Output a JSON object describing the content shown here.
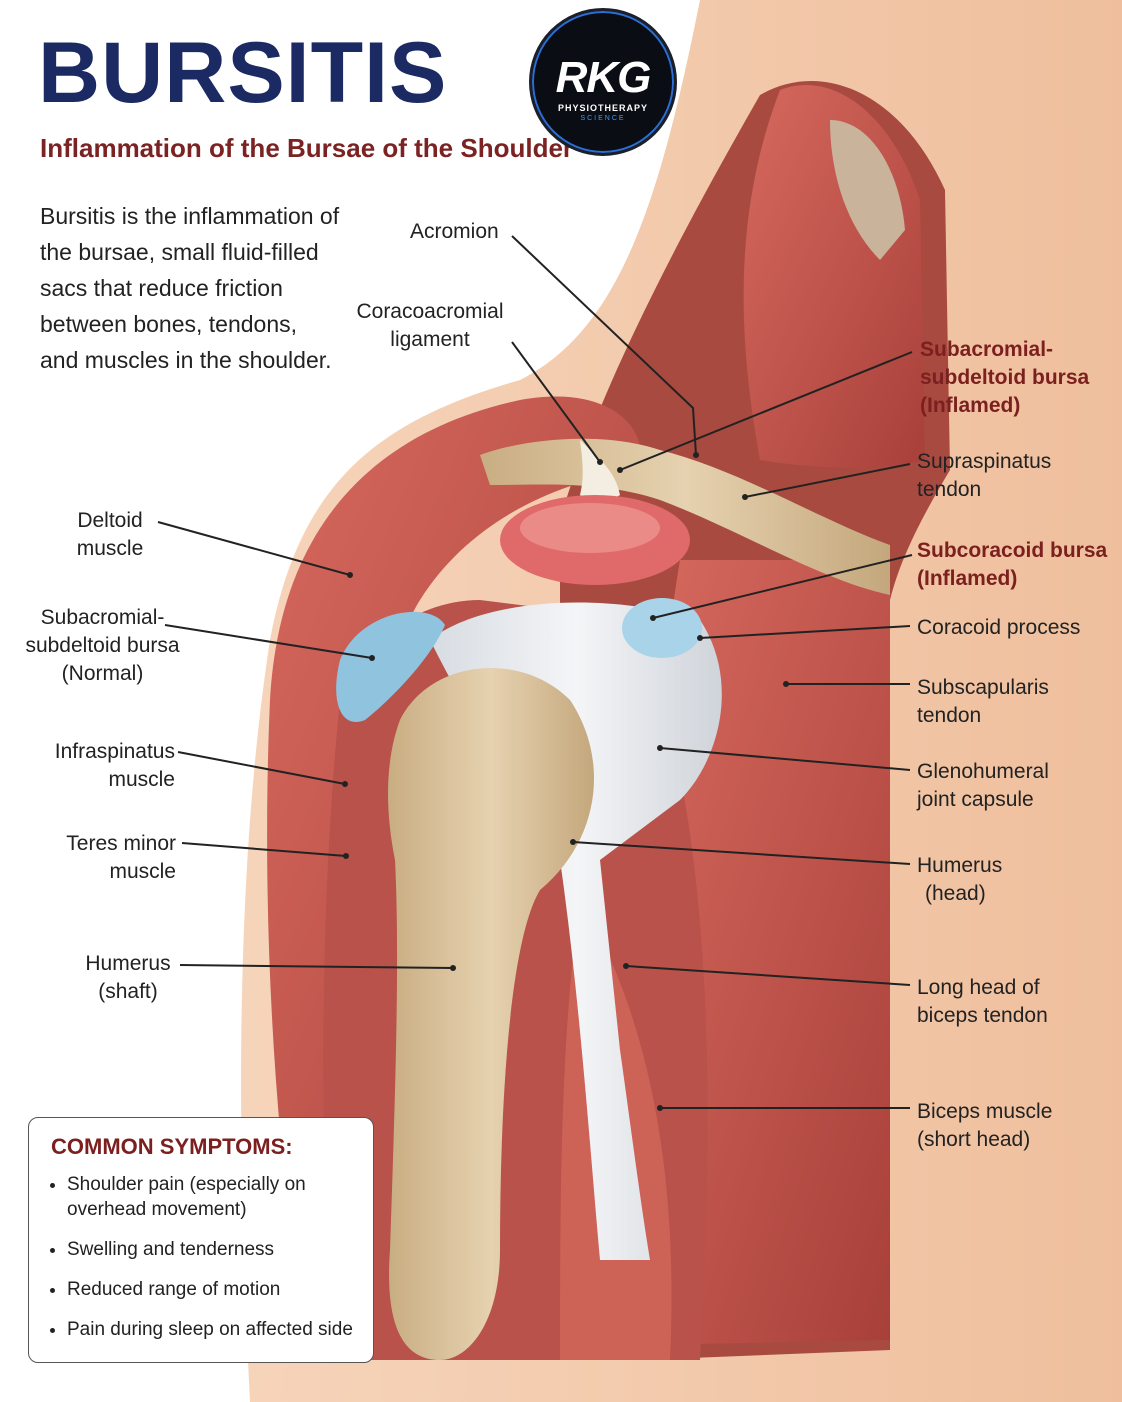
{
  "title": "BURSITIS",
  "subtitle": "Inflammation of the Bursae of the Shoulder",
  "intro": "Bursitis is the inflammation of the bursae, small fluid-filled sacs that reduce friction between bones, tendons, and muscles in the shoulder.",
  "logo": {
    "mono": "RKG",
    "line1": "PHYSIOTHERAPY",
    "line2": "SCIENCE"
  },
  "labels": {
    "acromion": "Acromion",
    "coracoacromial": [
      "Coracoacromial",
      "ligament"
    ],
    "subacromial_inflamed": [
      "Subacromial-",
      "subdeltoid bursa",
      "(Inflamed)"
    ],
    "supraspinatus": [
      "Supraspinatus",
      "tendon"
    ],
    "subcoracoid": [
      "Subcoracoid bursa",
      "(Inflamed)"
    ],
    "coracoid": "Coracoid process",
    "subscapularis": [
      "Subscapularis",
      "tendon"
    ],
    "glenohumeral": [
      "Glenohumeral",
      "joint capsule"
    ],
    "humerus_head": [
      "Humerus",
      "(head)"
    ],
    "biceps_long": [
      "Long head of",
      "biceps tendon"
    ],
    "biceps_short": [
      "Biceps muscle",
      "(short head)"
    ],
    "deltoid": [
      "Deltoid",
      "muscle"
    ],
    "subacromial_normal": [
      "Subacromial-",
      "subdeltoid bursa",
      "(Normal)"
    ],
    "infraspinatus": [
      "Infraspinatus",
      "muscle"
    ],
    "teres": [
      "Teres minor",
      "muscle"
    ],
    "humerus_shaft": [
      "Humerus",
      "(shaft)"
    ]
  },
  "symptoms": {
    "heading": "COMMON SYMPTOMS:",
    "items": [
      "Shoulder pain (especially on overhead movement)",
      "Swelling and tenderness",
      "Reduced range of motion",
      "Pain during sleep on affected side"
    ]
  },
  "colors": {
    "title": "#1b2a63",
    "accent": "#7b2323",
    "muscle": "#c8574f",
    "bone": "#d9c4a0",
    "bursa_normal": "#8fc3de",
    "bursa_inflamed": "#e26f6f",
    "skin": "#f2c7a8"
  }
}
